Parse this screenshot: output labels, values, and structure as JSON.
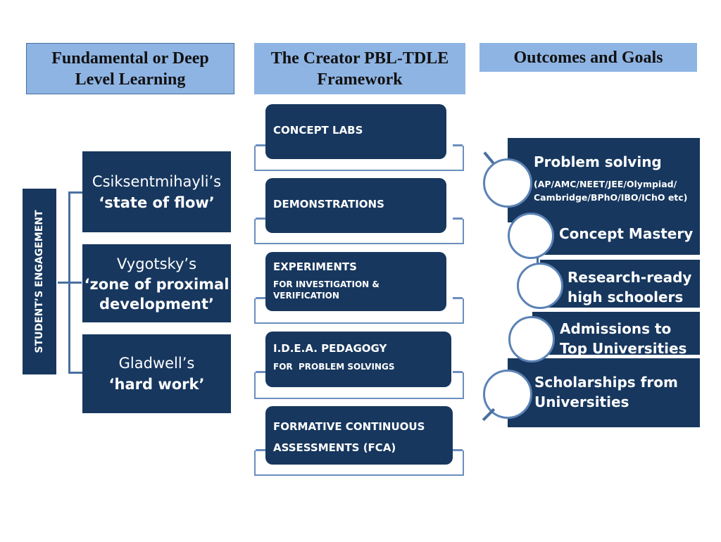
{
  "headers": {
    "left": "Fundamental or Deep Level Learning",
    "middle": "The Creator PBL-TDLE Framework",
    "right": "Outcomes and Goals"
  },
  "left_column": {
    "vertical_label": "STUDENT’S ENGAGEMENT",
    "items": [
      {
        "line1": "Csiksentmihayli’s",
        "line2": "‘state of flow’"
      },
      {
        "line1": "Vygotsky’s",
        "line2": "‘zone of proximal development’"
      },
      {
        "line1": "Gladwell’s",
        "line2": "‘hard work’"
      }
    ]
  },
  "middle_column": {
    "items": [
      {
        "title": "CONCEPT LABS",
        "subtitle": ""
      },
      {
        "title": "DEMONSTRATIONS",
        "subtitle": ""
      },
      {
        "title": "EXPERIMENTS",
        "subtitle": "FOR INVESTIGATION & VERIFICATION"
      },
      {
        "title": "I.D.E.A. PEDAGOGY",
        "subtitle": "FOR  PROBLEM SOLVINGS"
      },
      {
        "title": "FORMATIVE CONTINUOUS ASSESSMENTS (FCA)",
        "subtitle": ""
      }
    ]
  },
  "right_column": {
    "items": [
      {
        "title": "Problem solving",
        "subtitle": "(AP/AMC/NEET/JEE/Olympiad/ Cambridge/BPhO/IBO/IChO etc)"
      },
      {
        "title": "Concept Mastery",
        "subtitle": ""
      },
      {
        "title": "Research-ready high schoolers",
        "subtitle": ""
      },
      {
        "title": "Admissions to Top Universities",
        "subtitle": ""
      },
      {
        "title": "Scholarships from Universities",
        "subtitle": ""
      }
    ]
  },
  "colors": {
    "header_bg": "#8eb4e3",
    "box_navy": "#17375e",
    "connector": "#6c8ebf"
  }
}
